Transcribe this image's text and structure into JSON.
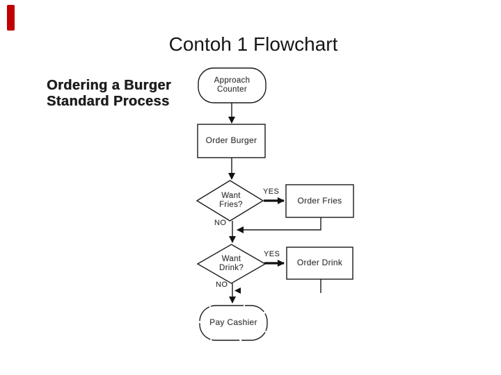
{
  "slide": {
    "title": "Contoh 1 Flowchart",
    "accent_bar_color": "#c00000",
    "background_color": "#ffffff"
  },
  "caption": {
    "line1": "Ordering a Burger",
    "line2": "Standard Process"
  },
  "flowchart": {
    "ink_color": "#1a1a1a",
    "nodes": {
      "start": {
        "type": "terminator",
        "line1": "Approach",
        "line2": "Counter"
      },
      "order_burger": {
        "type": "process",
        "label": "Order Burger"
      },
      "want_fries": {
        "type": "decision",
        "line1": "Want",
        "line2": "Fries?"
      },
      "order_fries": {
        "type": "process",
        "label": "Order Fries"
      },
      "want_drink": {
        "type": "decision",
        "line1": "Want",
        "line2": "Drink?"
      },
      "order_drink": {
        "type": "process",
        "label": "Order Drink"
      },
      "end": {
        "type": "terminator",
        "label": "Pay Cashier"
      }
    },
    "edge_labels": {
      "fries_yes": "YES",
      "fries_no": "NO",
      "drink_yes": "YES",
      "drink_no": "NO"
    }
  }
}
